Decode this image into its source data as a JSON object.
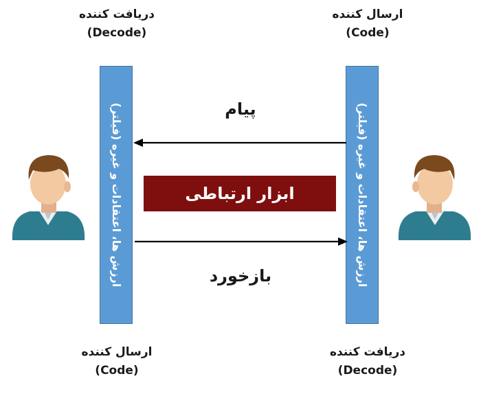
{
  "colors": {
    "bar_fill": "#5b9bd5",
    "channel_fill": "#7f0e0f",
    "arrow": "#000000",
    "shirt": "#2e7d8f",
    "hair": "#7a4a1e",
    "skin": "#f2c9a0"
  },
  "top_left": {
    "fa": "دریافت کننده",
    "en": "(Decode)"
  },
  "top_right": {
    "fa": "ارسال کننده",
    "en": "(Code)"
  },
  "bottom_left": {
    "fa": "ارسال کننده",
    "en": "(Code)"
  },
  "bottom_right": {
    "fa": "دریافت کننده",
    "en": "(Decode)"
  },
  "left_bar": {
    "text": "ارزش ها، اعتقادات و غیره (فیلتر)"
  },
  "right_bar": {
    "text": "ارزش ها، اعتقادات و غیره (فیلتر)"
  },
  "message_label": "پیام",
  "feedback_label": "بازخورد",
  "channel_label": "ابزار ارتباطی",
  "icons": {
    "left_person": "person-icon",
    "right_person": "person-icon"
  }
}
